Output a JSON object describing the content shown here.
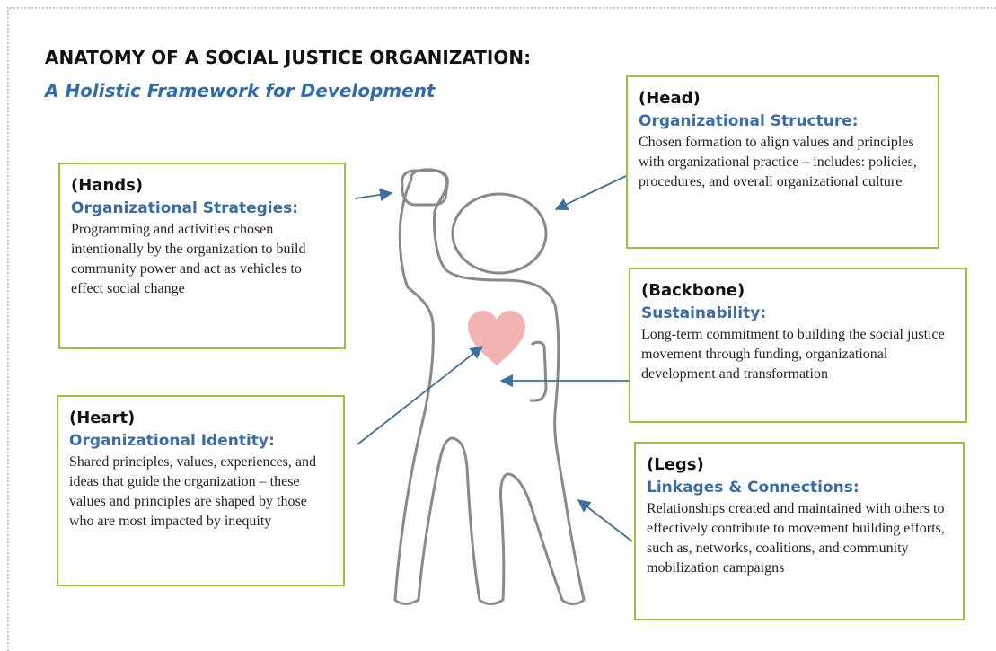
{
  "header": {
    "title": "ANATOMY OF A SOCIAL JUSTICE ORGANIZATION:",
    "subtitle": "A Holistic Framework for Development"
  },
  "boxes": {
    "head": {
      "tag": "(Head)",
      "heading": "Organizational Structure:",
      "description": "Chosen formation to align values and principles with organizational practice – includes: policies, procedures, and overall organizational culture"
    },
    "hands": {
      "tag": "(Hands)",
      "heading": "Organizational Strategies:",
      "description": "Programming and activities chosen intentionally by the organization to build community power and act as vehicles to effect social change"
    },
    "backbone": {
      "tag": "(Backbone)",
      "heading": "Sustainability:",
      "description": "Long-term commitment to building the social justice movement through funding, organizational development and transformation"
    },
    "heart": {
      "tag": "(Heart)",
      "heading": "Organizational Identity:",
      "description": "Shared principles, values, experiences, and ideas that guide the organization – these values and principles are shaped by those who are most impacted by inequity"
    },
    "legs": {
      "tag": "(Legs)",
      "heading": "Linkages & Connections:",
      "description": "Relationships created and maintained with others to effectively contribute to movement building efforts, such as, networks, coalitions, and community mobilization campaigns"
    }
  },
  "colors": {
    "box_border": "#9ac33c",
    "heading": "#3a6da6",
    "arrow": "#3d6f9f",
    "heart": "#f4b3b3",
    "figure_outline": "#8a8a8a"
  }
}
